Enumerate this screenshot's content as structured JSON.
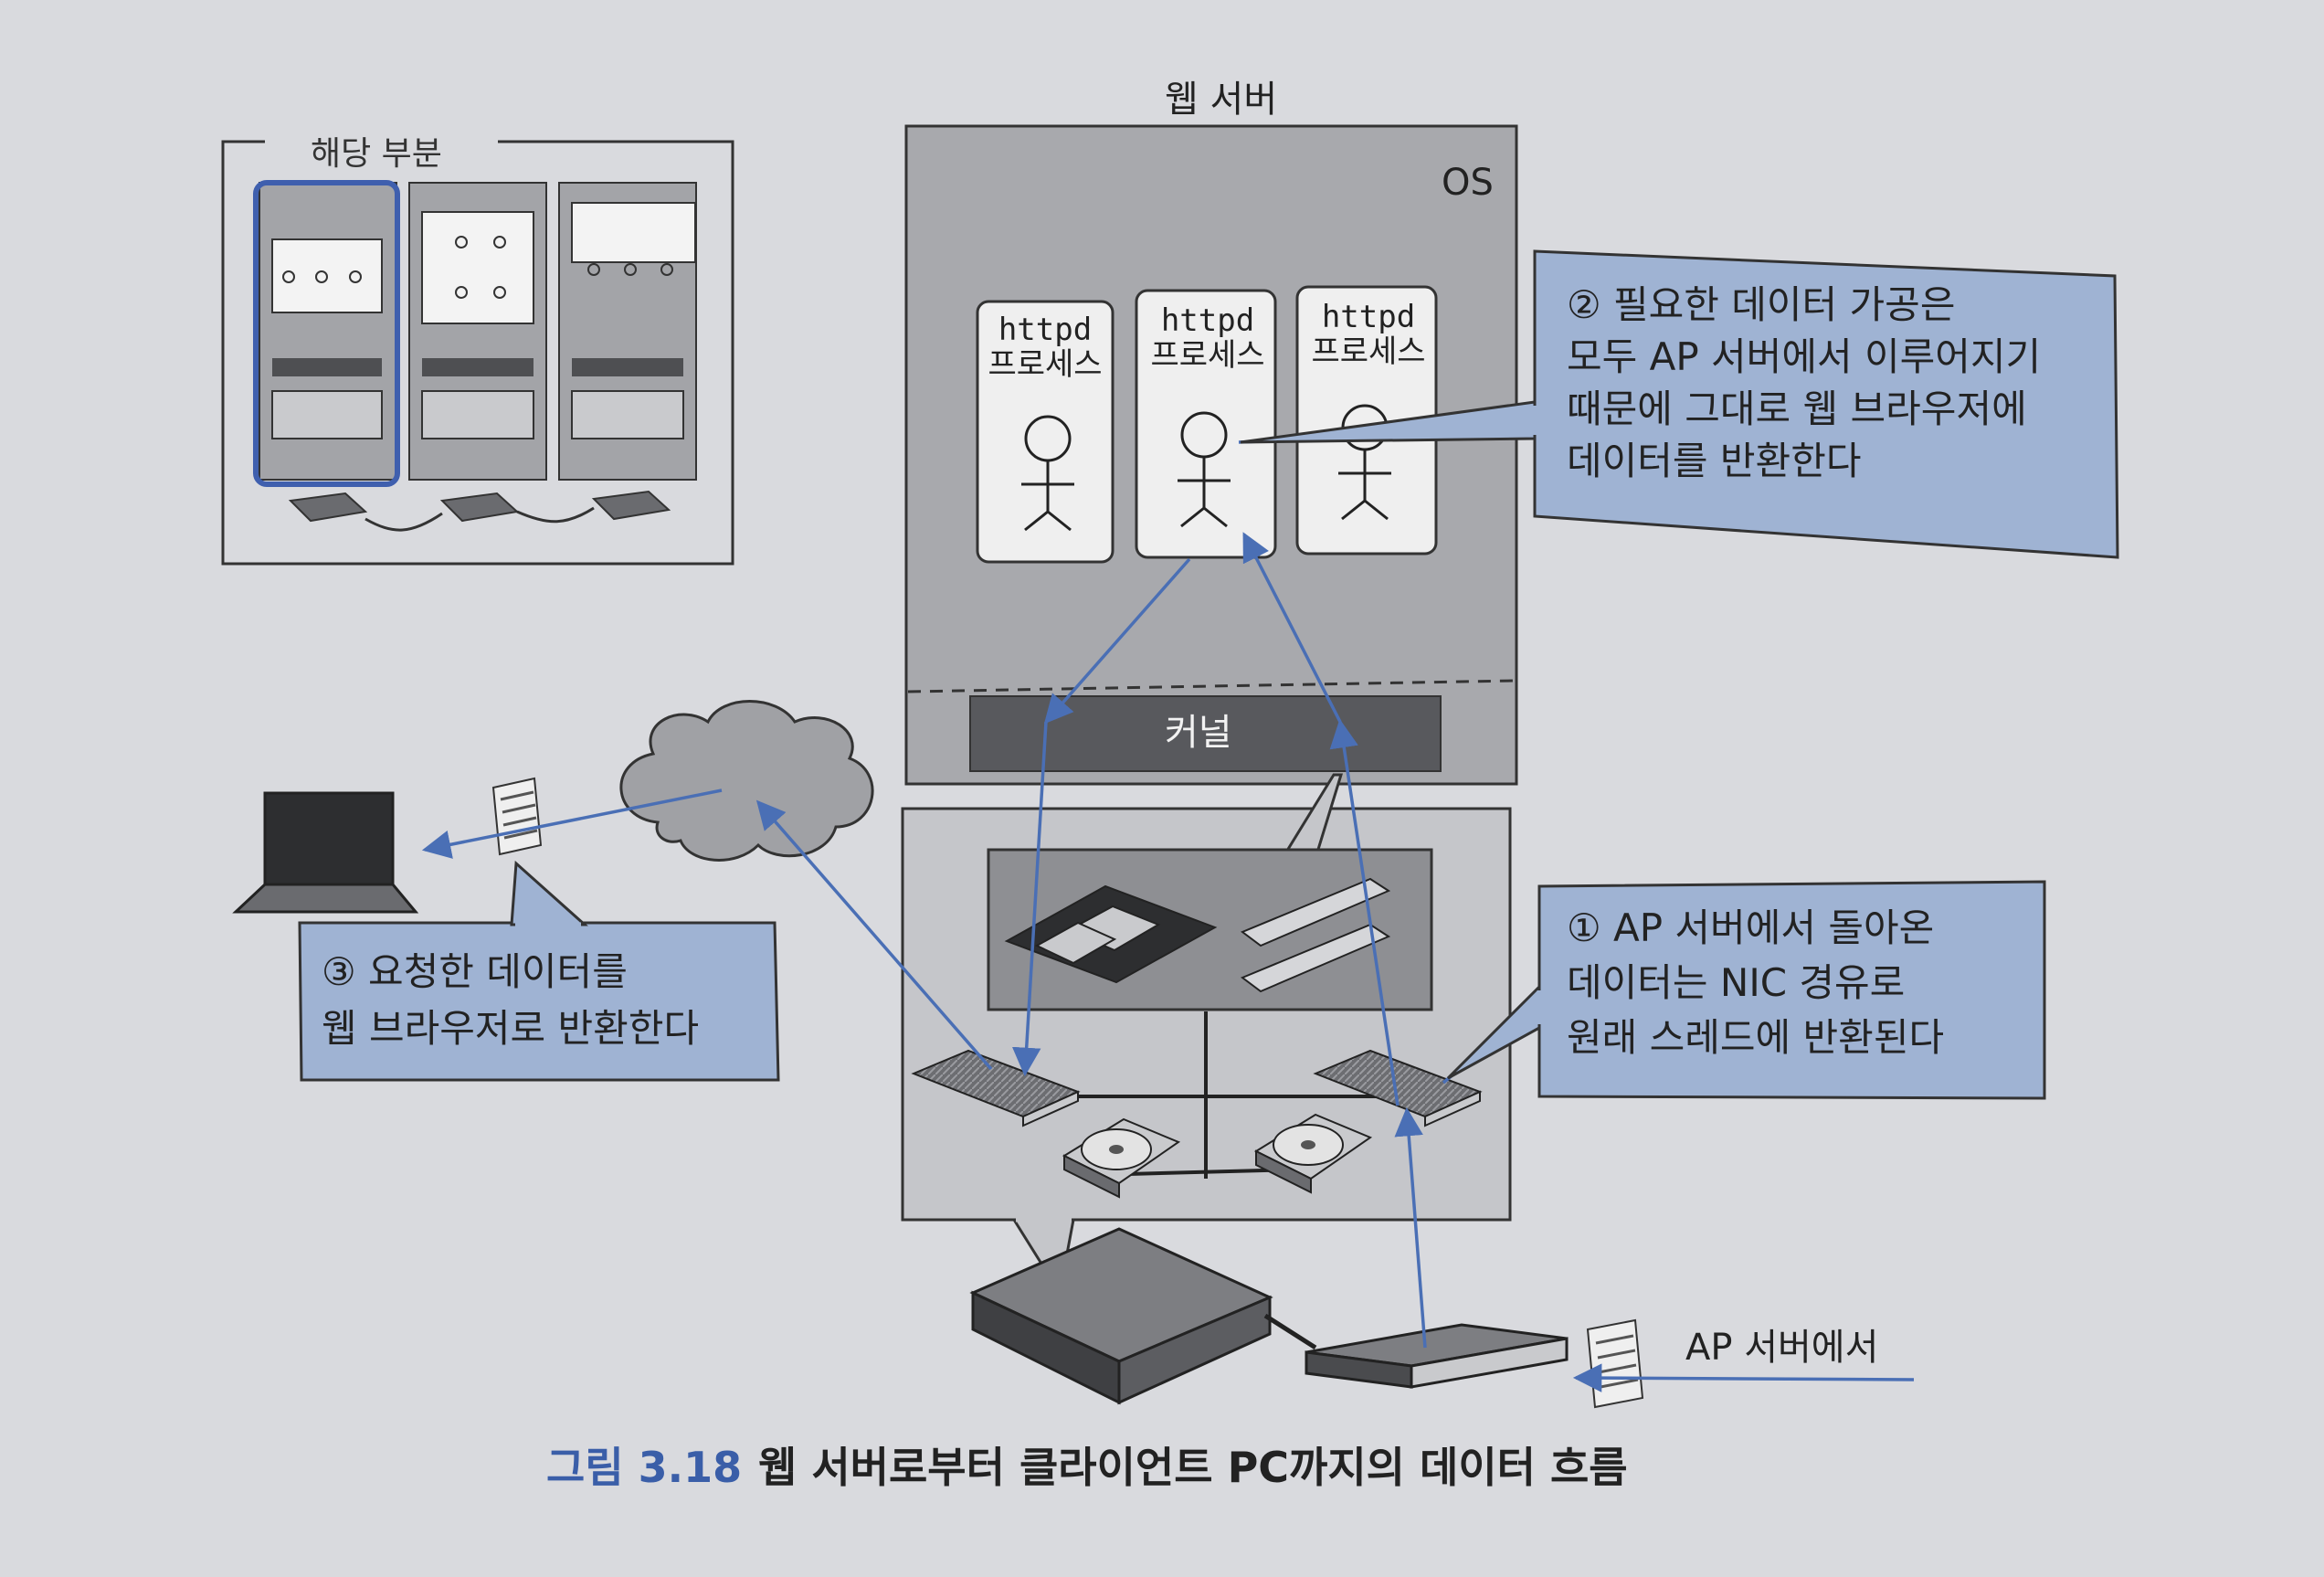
{
  "figure": {
    "number": "그림 3.18",
    "title": "웹 서버로부터 클라이언트 PC까지의 데이터 흐름"
  },
  "overview": {
    "label": "해당 부분"
  },
  "web_server": {
    "label": "웹 서버",
    "os_label": "OS",
    "kernel_label": "커널",
    "processes": [
      {
        "name": "httpd",
        "sub": "프로세스"
      },
      {
        "name": "httpd",
        "sub": "프로세스"
      },
      {
        "name": "httpd",
        "sub": "프로세스"
      }
    ]
  },
  "callouts": {
    "step1": [
      "① AP 서버에서 돌아온",
      "데이터는 NIC 경유로",
      "원래 스레드에 반환된다"
    ],
    "step2": [
      "② 필요한 데이터 가공은",
      "모두 AP 서버에서 이루어지기",
      "때문에 그대로 웹 브라우저에",
      "데이터를 반환한다"
    ],
    "step3": [
      "③ 요청한 데이터를",
      "웹 브라우저로 반환한다"
    ]
  },
  "from_ap_label": "AP 서버에서",
  "colors": {
    "accent_blue": "#4a6fb5",
    "callout_fill": "#9fb3d3",
    "dark_gray": "#555659",
    "mid_gray": "#8e8f93",
    "paper": "#d9dade",
    "caption_blue": "#3a5ea8"
  }
}
